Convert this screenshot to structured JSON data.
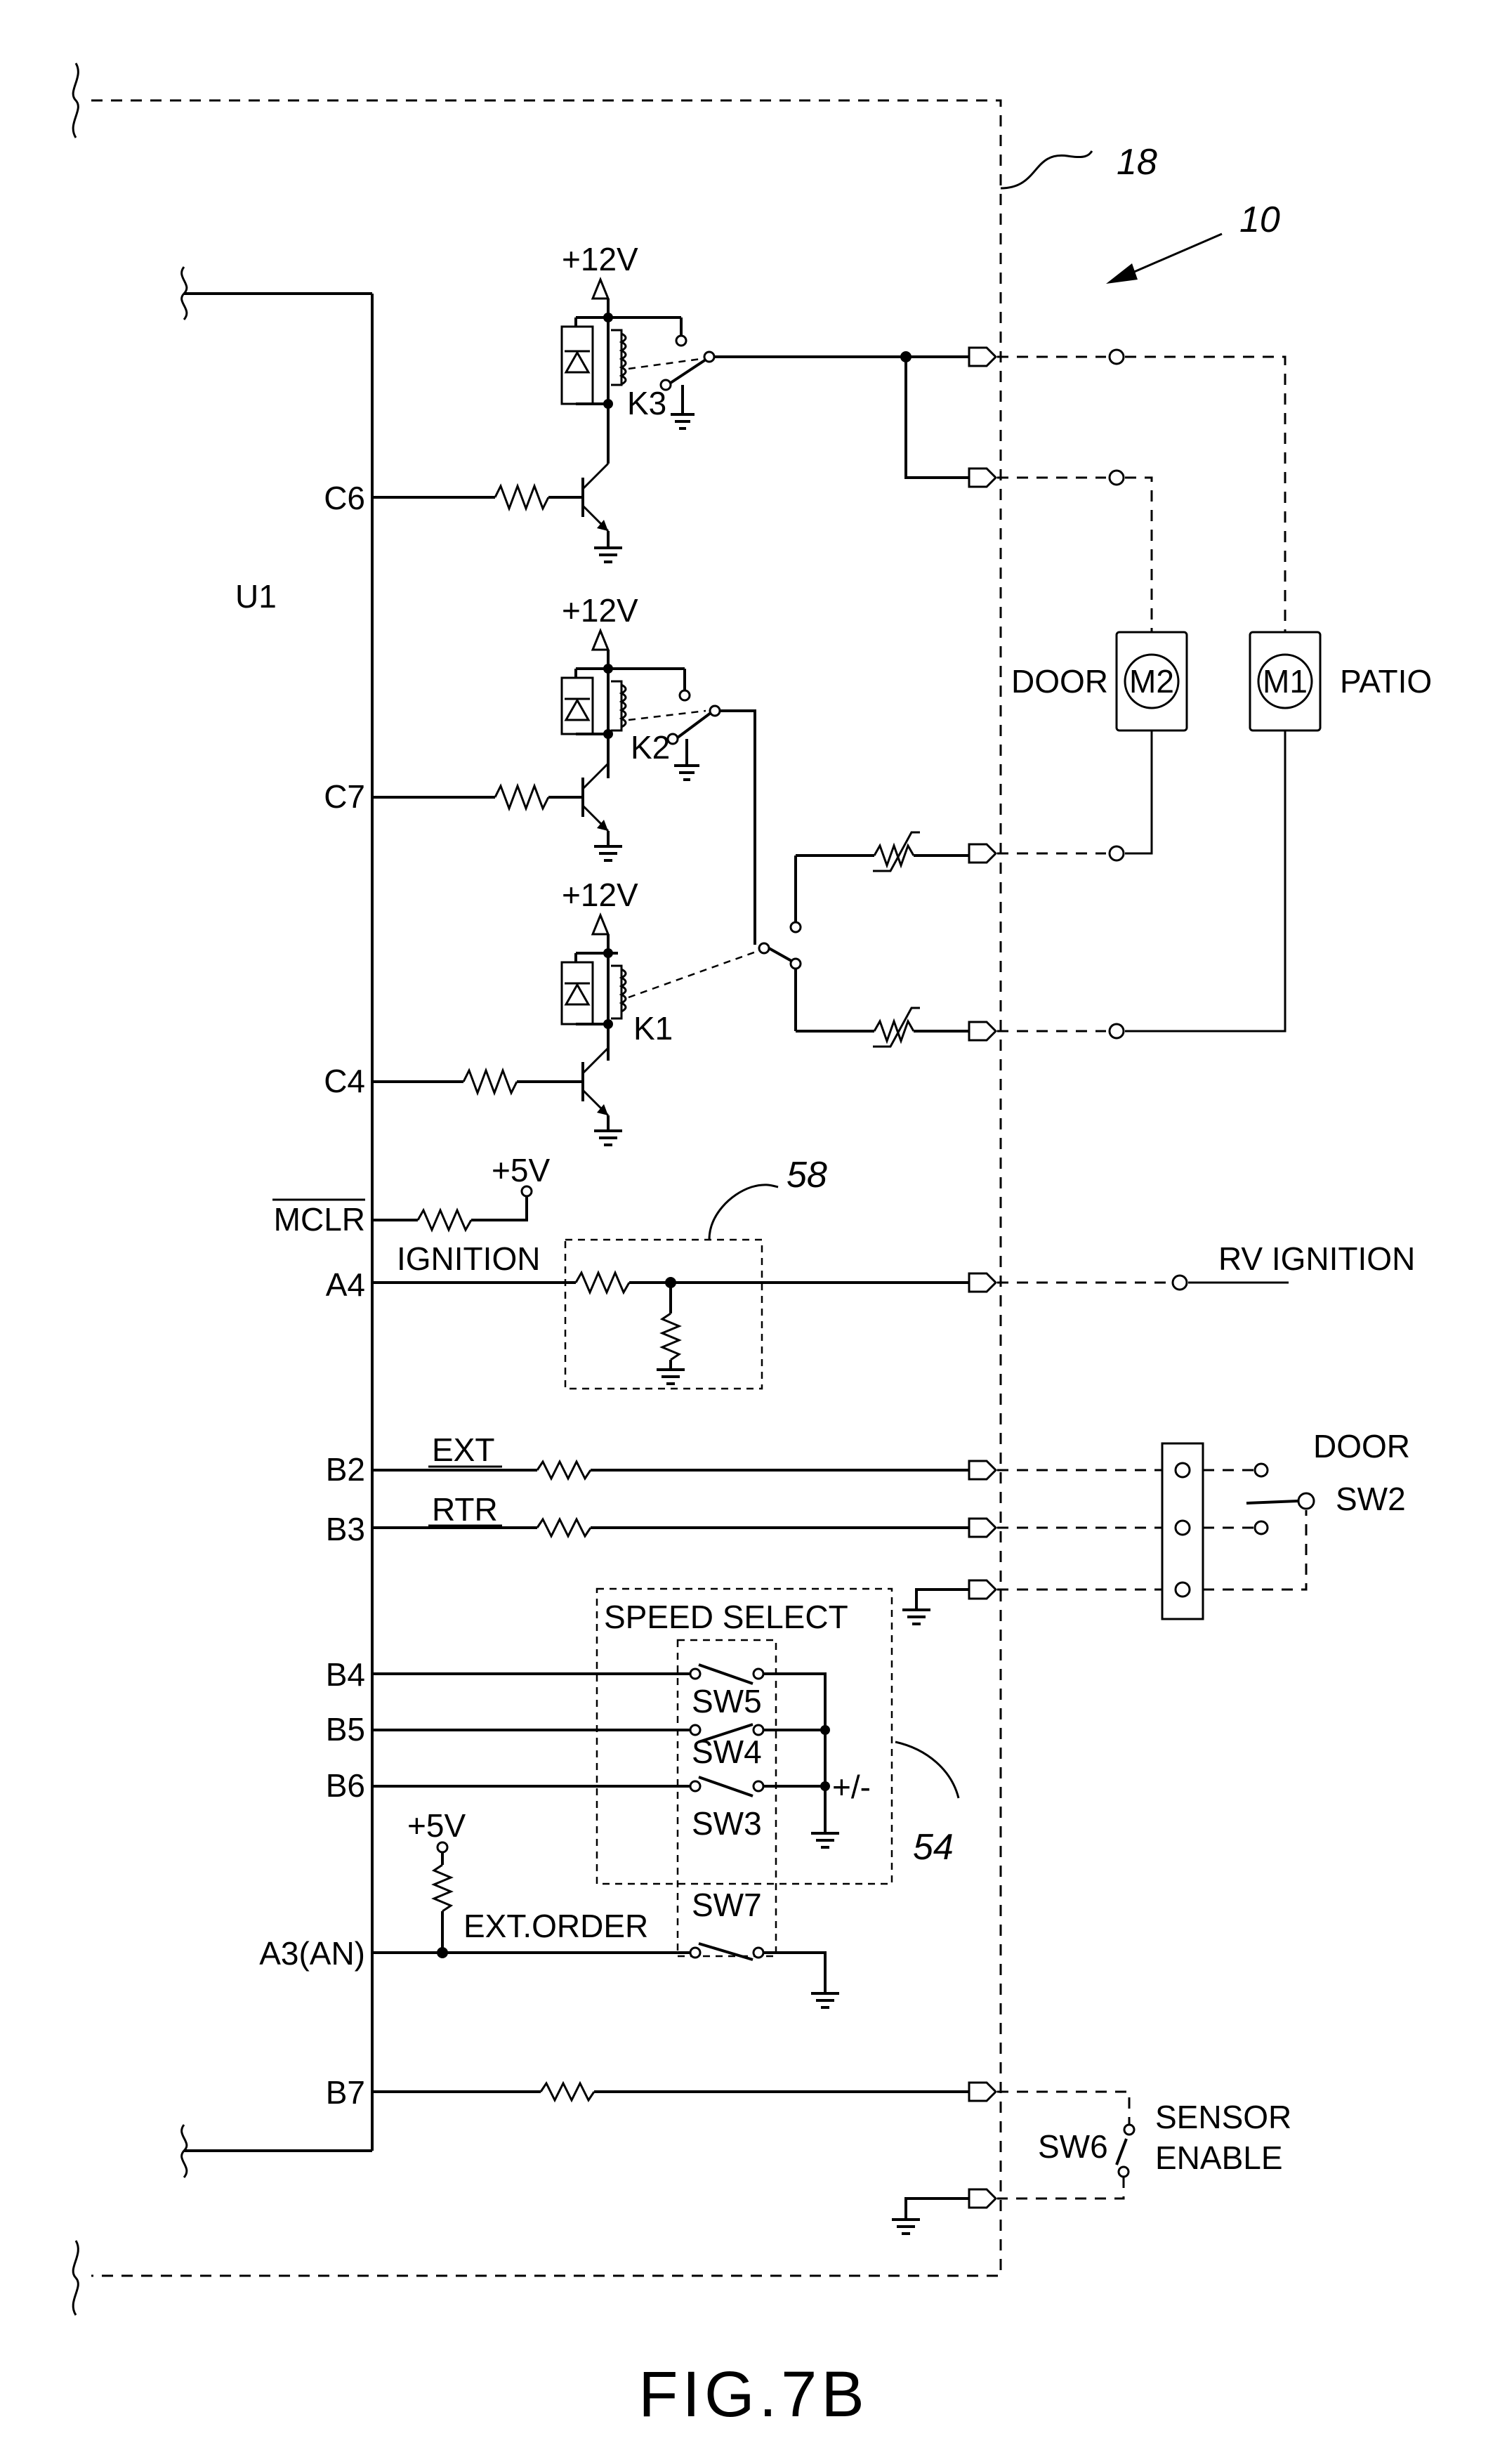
{
  "figure": {
    "caption": "FIG.7B",
    "ref_board": "18",
    "ref_assembly": "10",
    "ref_ignition_block": "58",
    "ref_speed_block": "54"
  },
  "controller": {
    "name": "U1",
    "pins": {
      "c6": "C6",
      "c7": "C7",
      "c4": "C4",
      "mclr": "MCLR",
      "a4": "A4",
      "b2": "B2",
      "b3": "B3",
      "b4": "B4",
      "b5": "B5",
      "b6": "B6",
      "a3": "A3(AN)",
      "b7": "B7"
    }
  },
  "supply": {
    "v12_a": "+12V",
    "v12_b": "+12V",
    "v12_c": "+12V",
    "v5_a": "+5V",
    "v5_b": "+5V"
  },
  "relays": {
    "k3": "K3",
    "k2": "K2",
    "k1": "K1"
  },
  "motors": {
    "m2": "M2",
    "m2_label": "DOOR",
    "m1": "M1",
    "m1_label": "PATIO"
  },
  "signals": {
    "ignition": "IGNITION",
    "rv_ignition": "RV IGNITION",
    "ext": "EXT",
    "rtr": "RTR",
    "ext_order": "EXT.ORDER",
    "speed_select": "SPEED SELECT",
    "plus_minus": "+/-"
  },
  "switches": {
    "sw2": "SW2",
    "sw2_label": "DOOR",
    "sw3": "SW3",
    "sw4": "SW4",
    "sw5": "SW5",
    "sw6": "SW6",
    "sw6_label_1": "SENSOR",
    "sw6_label_2": "ENABLE",
    "sw7": "SW7"
  }
}
